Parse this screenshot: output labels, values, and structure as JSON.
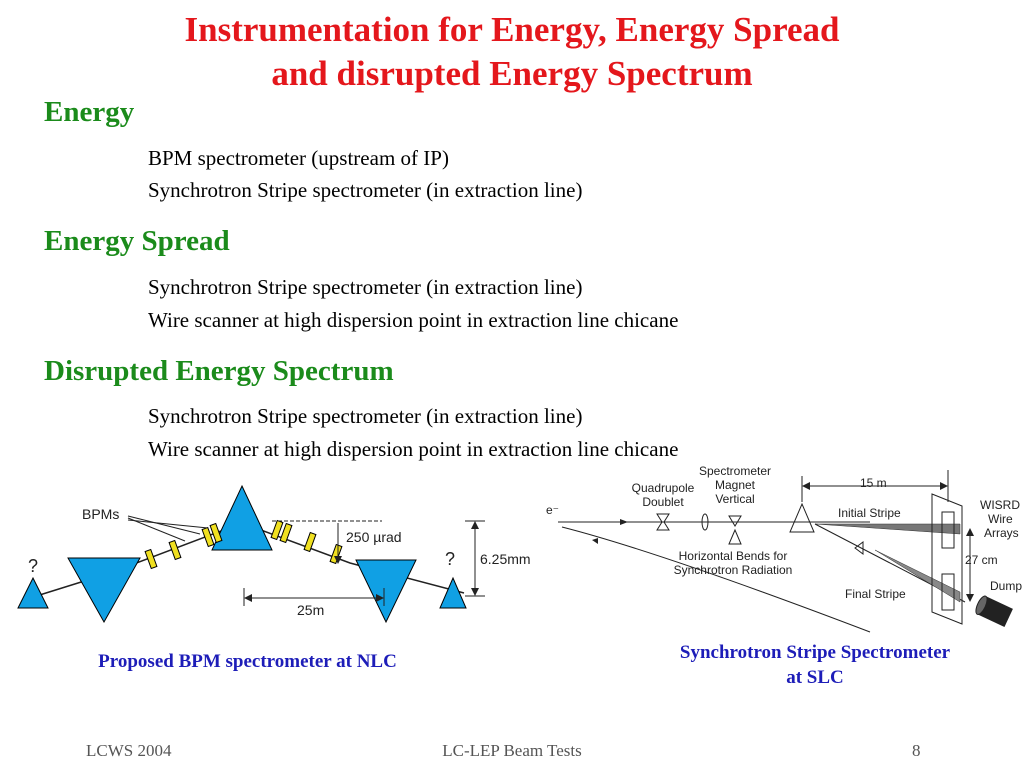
{
  "title": {
    "line1": "Instrumentation for Energy, Energy Spread",
    "line2": "and disrupted Energy Spectrum"
  },
  "sections": [
    {
      "heading": "Energy",
      "items": [
        "BPM spectrometer (upstream of IP)",
        "Synchrotron Stripe spectrometer (in extraction line)"
      ]
    },
    {
      "heading": "Energy Spread",
      "items": [
        "Synchrotron Stripe spectrometer (in extraction line)",
        "Wire scanner at high dispersion point in extraction line chicane"
      ]
    },
    {
      "heading": "Disrupted Energy Spectrum",
      "items": [
        "Synchrotron Stripe spectrometer (in extraction line)",
        "Wire scanner at high dispersion point in extraction line chicane"
      ]
    }
  ],
  "left_diagram": {
    "bpms": "BPMs",
    "q_left": "?",
    "q_right": "?",
    "angle": "250 µrad",
    "height": "6.25mm",
    "length": "25m",
    "caption": "Proposed BPM spectrometer at NLC"
  },
  "right_diagram": {
    "beam": "e⁻",
    "quad": "Quadrupole",
    "doublet": "Doublet",
    "spec1": "Spectrometer",
    "spec2": "Magnet",
    "spec3": "Vertical",
    "dist": "15 m",
    "initial": "Initial Stripe",
    "final": "Final Stripe",
    "hb1": "Horizontal Bends for",
    "hb2": "Synchrotron Radiation",
    "wisrd1": "WISRD",
    "wisrd2": "Wire",
    "wisrd3": "Arrays",
    "sep": "27 cm",
    "dump": "Dump",
    "caption1": "Synchrotron Stripe Spectrometer",
    "caption2": "at SLC"
  },
  "footer": {
    "left": "LCWS 2004",
    "center": "LC-LEP Beam Tests",
    "right": "8"
  },
  "colors": {
    "title": "#e4171c",
    "heading": "#1b8b1b",
    "caption": "#1d1db8",
    "magnet": "#10a0e4",
    "bpm": "#f0e020"
  }
}
